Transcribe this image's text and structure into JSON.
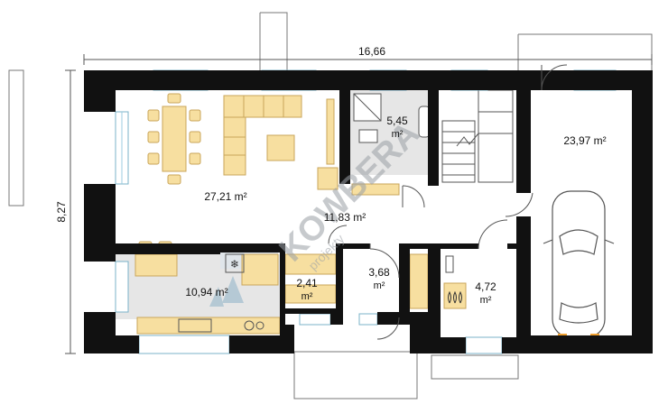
{
  "dimensions": {
    "width_label": "16,66",
    "height_label": "8,27"
  },
  "rooms": {
    "living": "27,21 m²",
    "hall": "11,83 m²",
    "bathroom_value": "5,45",
    "bathroom_unit": "m²",
    "garage": "23,97 m²",
    "kitchen": "10,94 m²",
    "pantry_value": "2,41",
    "pantry_unit": "m²",
    "wc_value": "3,68",
    "wc_unit": "m²",
    "boiler_value": "4,72",
    "boiler_unit": "m²"
  },
  "watermark": {
    "brand": "KOWBERA",
    "sub": "projekty"
  },
  "colors": {
    "wall": "#111111",
    "floor": "#e6e6e6",
    "furniture": "#f7dfa0",
    "furniture_stroke": "#c9a55a",
    "window": "#9ccde0",
    "line": "#555555"
  }
}
